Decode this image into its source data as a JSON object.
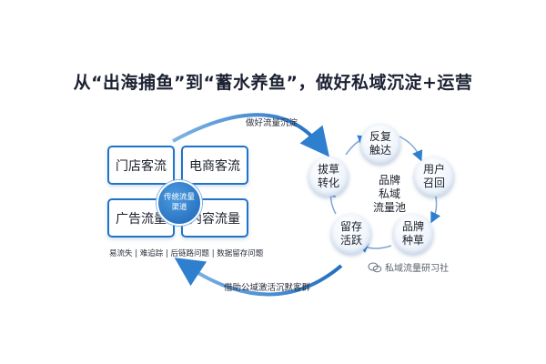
{
  "title": "从“出海捕鱼”到“蓄水养鱼”，做好私域沉淀+运营",
  "top_arrow_label": "做好流量沉淀",
  "bottom_arrow_label": "借助公域激活沉默客群",
  "traffic_boxes": [
    "门店客流",
    "电商客流",
    "广告流量",
    "内容流量"
  ],
  "hub": {
    "line1": "传统流量",
    "line2": "渠道"
  },
  "footnote": "易流失 | 难追踪 | 后链路问题 | 数据留存问题",
  "private_pool": {
    "center": [
      "品牌",
      "私域",
      "流量池"
    ],
    "nodes": [
      {
        "line1": "反复",
        "line2": "触达"
      },
      {
        "line1": "用户",
        "line2": "召回"
      },
      {
        "line1": "品牌",
        "line2": "种草"
      },
      {
        "line1": "留存",
        "line2": "活跃"
      },
      {
        "line1": "拔草",
        "line2": "转化"
      }
    ]
  },
  "watermark": "私域流量研习社",
  "colors": {
    "accent": "#1f74c6",
    "arrow": "#2f7fcf"
  }
}
